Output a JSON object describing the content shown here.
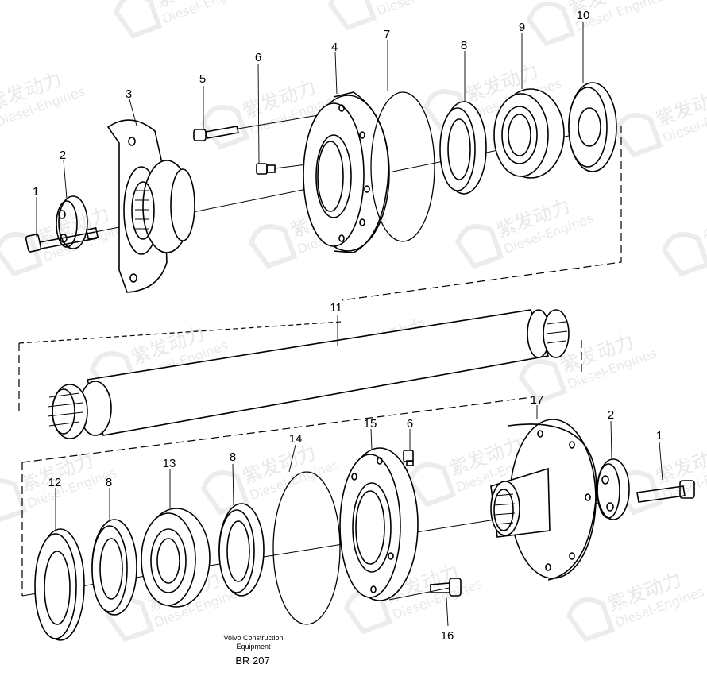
{
  "diagram": {
    "watermark": {
      "brand": "紫发动力",
      "subtitle": "Diesel-Engines"
    },
    "callouts": {
      "c1a": "1",
      "c2a": "2",
      "c3": "3",
      "c5": "5",
      "c6a": "6",
      "c4": "4",
      "c7": "7",
      "c8a": "8",
      "c9": "9",
      "c10": "10",
      "c11": "11",
      "c12": "12",
      "c8b": "8",
      "c13": "13",
      "c8c": "8",
      "c14": "14",
      "c15": "15",
      "c6b": "6",
      "c17": "17",
      "c2b": "2",
      "c1b": "1",
      "c16": "16"
    },
    "footer": {
      "line1": "Volvo Construction",
      "line2": "Equipment",
      "code": "BR 207"
    }
  }
}
